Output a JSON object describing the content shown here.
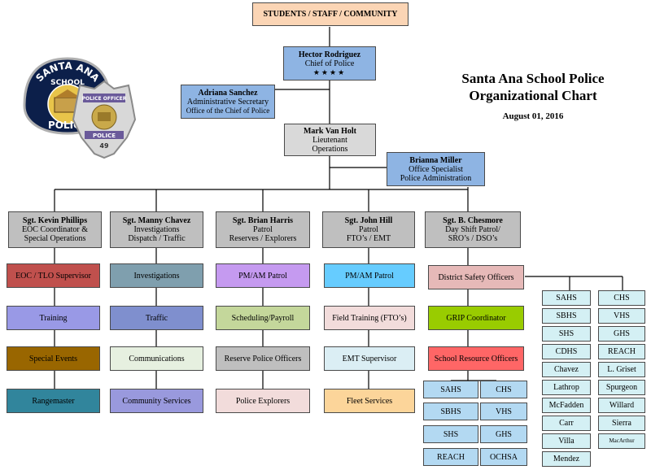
{
  "top": {
    "label": "STUDENTS  /  STAFF  /  COMMUNITY"
  },
  "chief": {
    "name": "Hector Rodriguez",
    "title": "Chief of Police",
    "stars": "★★★★"
  },
  "secretary": {
    "name": "Adriana Sanchez",
    "title": "Administrative Secretary",
    "sub": "Office of the Chief of Police"
  },
  "lieutenant": {
    "name": "Mark Van Holt",
    "title": "Lieutenant",
    "sub": "Operations"
  },
  "specialist": {
    "name": "Brianna Miller",
    "title": "Office Specialist",
    "sub": "Police Administration"
  },
  "heading": {
    "line1": "Santa Ana School Police",
    "line2": "Organizational Chart",
    "date": "August 01, 2016"
  },
  "logos": {
    "patch_top": "SANTA ANA",
    "patch_mid": "SCHOOL",
    "patch_bottom": "POLICE",
    "badge_top": "POLICE OFFICER",
    "badge_mid": "POLICE",
    "badge_num": "49"
  },
  "sergeants": [
    {
      "name": "Sgt. Kevin Phillips",
      "l1": "EOC Coordinator &",
      "l2": "Special Operations"
    },
    {
      "name": "Sgt. Manny Chavez",
      "l1": "Investigations",
      "l2": "Dispatch / Traffic"
    },
    {
      "name": "Sgt. Brian Harris",
      "l1": "Patrol",
      "l2": "Reserves / Explorers"
    },
    {
      "name": "Sgt. John Hill",
      "l1": "Patrol",
      "l2": "FTO’s / EMT"
    },
    {
      "name": "Sgt. B. Chesmore",
      "l1": "Day Shift Patrol/",
      "l2": "SRO’s / DSO’s"
    }
  ],
  "units": [
    [
      "EOC / TLO Supervisor",
      "Training",
      "Special Events",
      "Rangemaster"
    ],
    [
      "Investigations",
      "Traffic",
      "Communications",
      "Community Services"
    ],
    [
      "PM/AM Patrol",
      "Scheduling/Payroll",
      "Reserve Police Officers",
      "Police Explorers"
    ],
    [
      "PM/AM Patrol",
      "Field Training (FTO’s)",
      "EMT Supervisor",
      "Fleet Services"
    ],
    [
      "District Safety Officers",
      "GRIP Coordinator",
      "School Resource Officers"
    ]
  ],
  "sro_schools": [
    [
      "SAHS",
      "CHS"
    ],
    [
      "SBHS",
      "VHS"
    ],
    [
      "SHS",
      "GHS"
    ],
    [
      "REACH",
      "OCHSA"
    ]
  ],
  "dso_schools": [
    [
      "SAHS",
      "CHS"
    ],
    [
      "SBHS",
      "VHS"
    ],
    [
      "SHS",
      "GHS"
    ],
    [
      "CDHS",
      "REACH"
    ],
    [
      "Chavez",
      "L. Griset"
    ],
    [
      "Lathrop",
      "Spurgeon"
    ],
    [
      "McFadden",
      "Willard"
    ],
    [
      "Carr",
      "Sierra"
    ],
    [
      "Villa",
      "MacArthur"
    ],
    [
      "Mendez",
      ""
    ]
  ],
  "colors": {
    "top": "#fbd5b5",
    "chief": "#8eb4e3",
    "lieutenant": "#d9d9d9",
    "sergeant": "#bfbfbf",
    "c0": [
      "#c0504d",
      "#9999e6",
      "#996600",
      "#31859c"
    ],
    "c1": [
      "#7f9fae",
      "#7f8fce",
      "#e6f0e0",
      "#9999dd"
    ],
    "c2": [
      "#c59af0",
      "#c4d79b",
      "#bfbfbf",
      "#f2dcdb"
    ],
    "c3": [
      "#66ccff",
      "#f2dcdb",
      "#dbeef4",
      "#fcd59a"
    ],
    "c4": [
      "#e6b9b8",
      "#99cc00",
      "#ff6666"
    ],
    "school": "#b3d9f2",
    "dso": "#d4f0f4"
  }
}
